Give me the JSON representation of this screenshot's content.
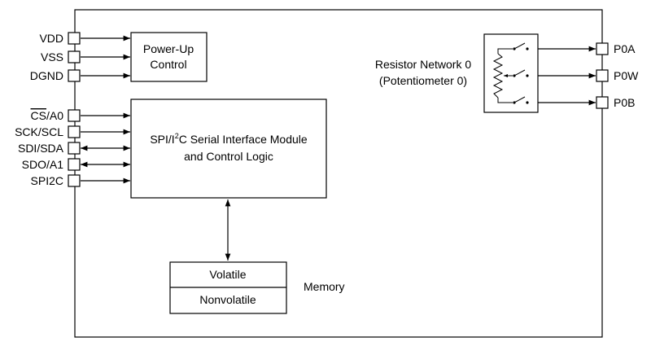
{
  "power_pins": [
    {
      "label": "VDD",
      "dir": "in"
    },
    {
      "label": "VSS",
      "dir": "in"
    },
    {
      "label": "DGND",
      "dir": "in"
    }
  ],
  "serial_pins": [
    {
      "label_overbar": "CS",
      "label_suffix": "/A0",
      "dir": "in"
    },
    {
      "label": "SCK/SCL",
      "dir": "in"
    },
    {
      "label": "SDI/SDA",
      "dir": "bi"
    },
    {
      "label": "SDO/A1",
      "dir": "bi"
    },
    {
      "label": "SPI2C",
      "dir": "in"
    }
  ],
  "pot_pins": [
    {
      "label": "P0A"
    },
    {
      "label": "P0W"
    },
    {
      "label": "P0B"
    }
  ],
  "blocks": {
    "power_up": {
      "line1": "Power-Up",
      "line2": "Control"
    },
    "serial": {
      "line1_pre": "SPI/I",
      "line1_sup": "2",
      "line1_post": "C Serial Interface Module",
      "line2": "and Control Logic"
    },
    "resistor": {
      "line1": "Resistor Network 0",
      "line2": "(Potentiometer 0)"
    },
    "memory": {
      "volatile": "Volatile",
      "nonvolatile": "Nonvolatile",
      "label": "Memory"
    }
  }
}
